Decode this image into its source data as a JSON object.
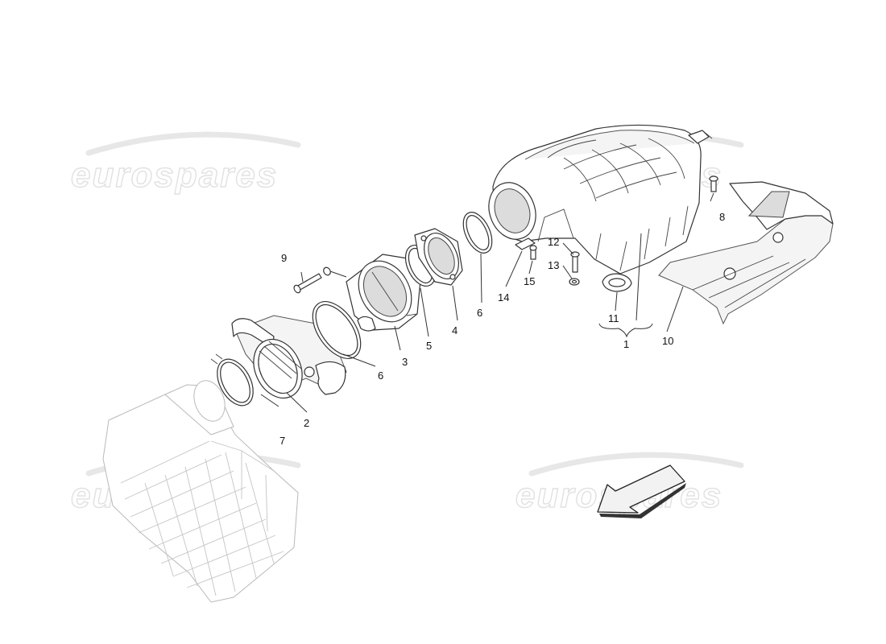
{
  "watermark": "eurospares",
  "callouts": [
    {
      "id": "1",
      "label": "1"
    },
    {
      "id": "2",
      "label": "2"
    },
    {
      "id": "3",
      "label": "3"
    },
    {
      "id": "4",
      "label": "4"
    },
    {
      "id": "5",
      "label": "5"
    },
    {
      "id": "6a",
      "label": "6"
    },
    {
      "id": "6b",
      "label": "6"
    },
    {
      "id": "7",
      "label": "7"
    },
    {
      "id": "8",
      "label": "8"
    },
    {
      "id": "9",
      "label": "9"
    },
    {
      "id": "10",
      "label": "10"
    },
    {
      "id": "11",
      "label": "11"
    },
    {
      "id": "12",
      "label": "12"
    },
    {
      "id": "13",
      "label": "13"
    },
    {
      "id": "14",
      "label": "14"
    },
    {
      "id": "15",
      "label": "15"
    }
  ]
}
